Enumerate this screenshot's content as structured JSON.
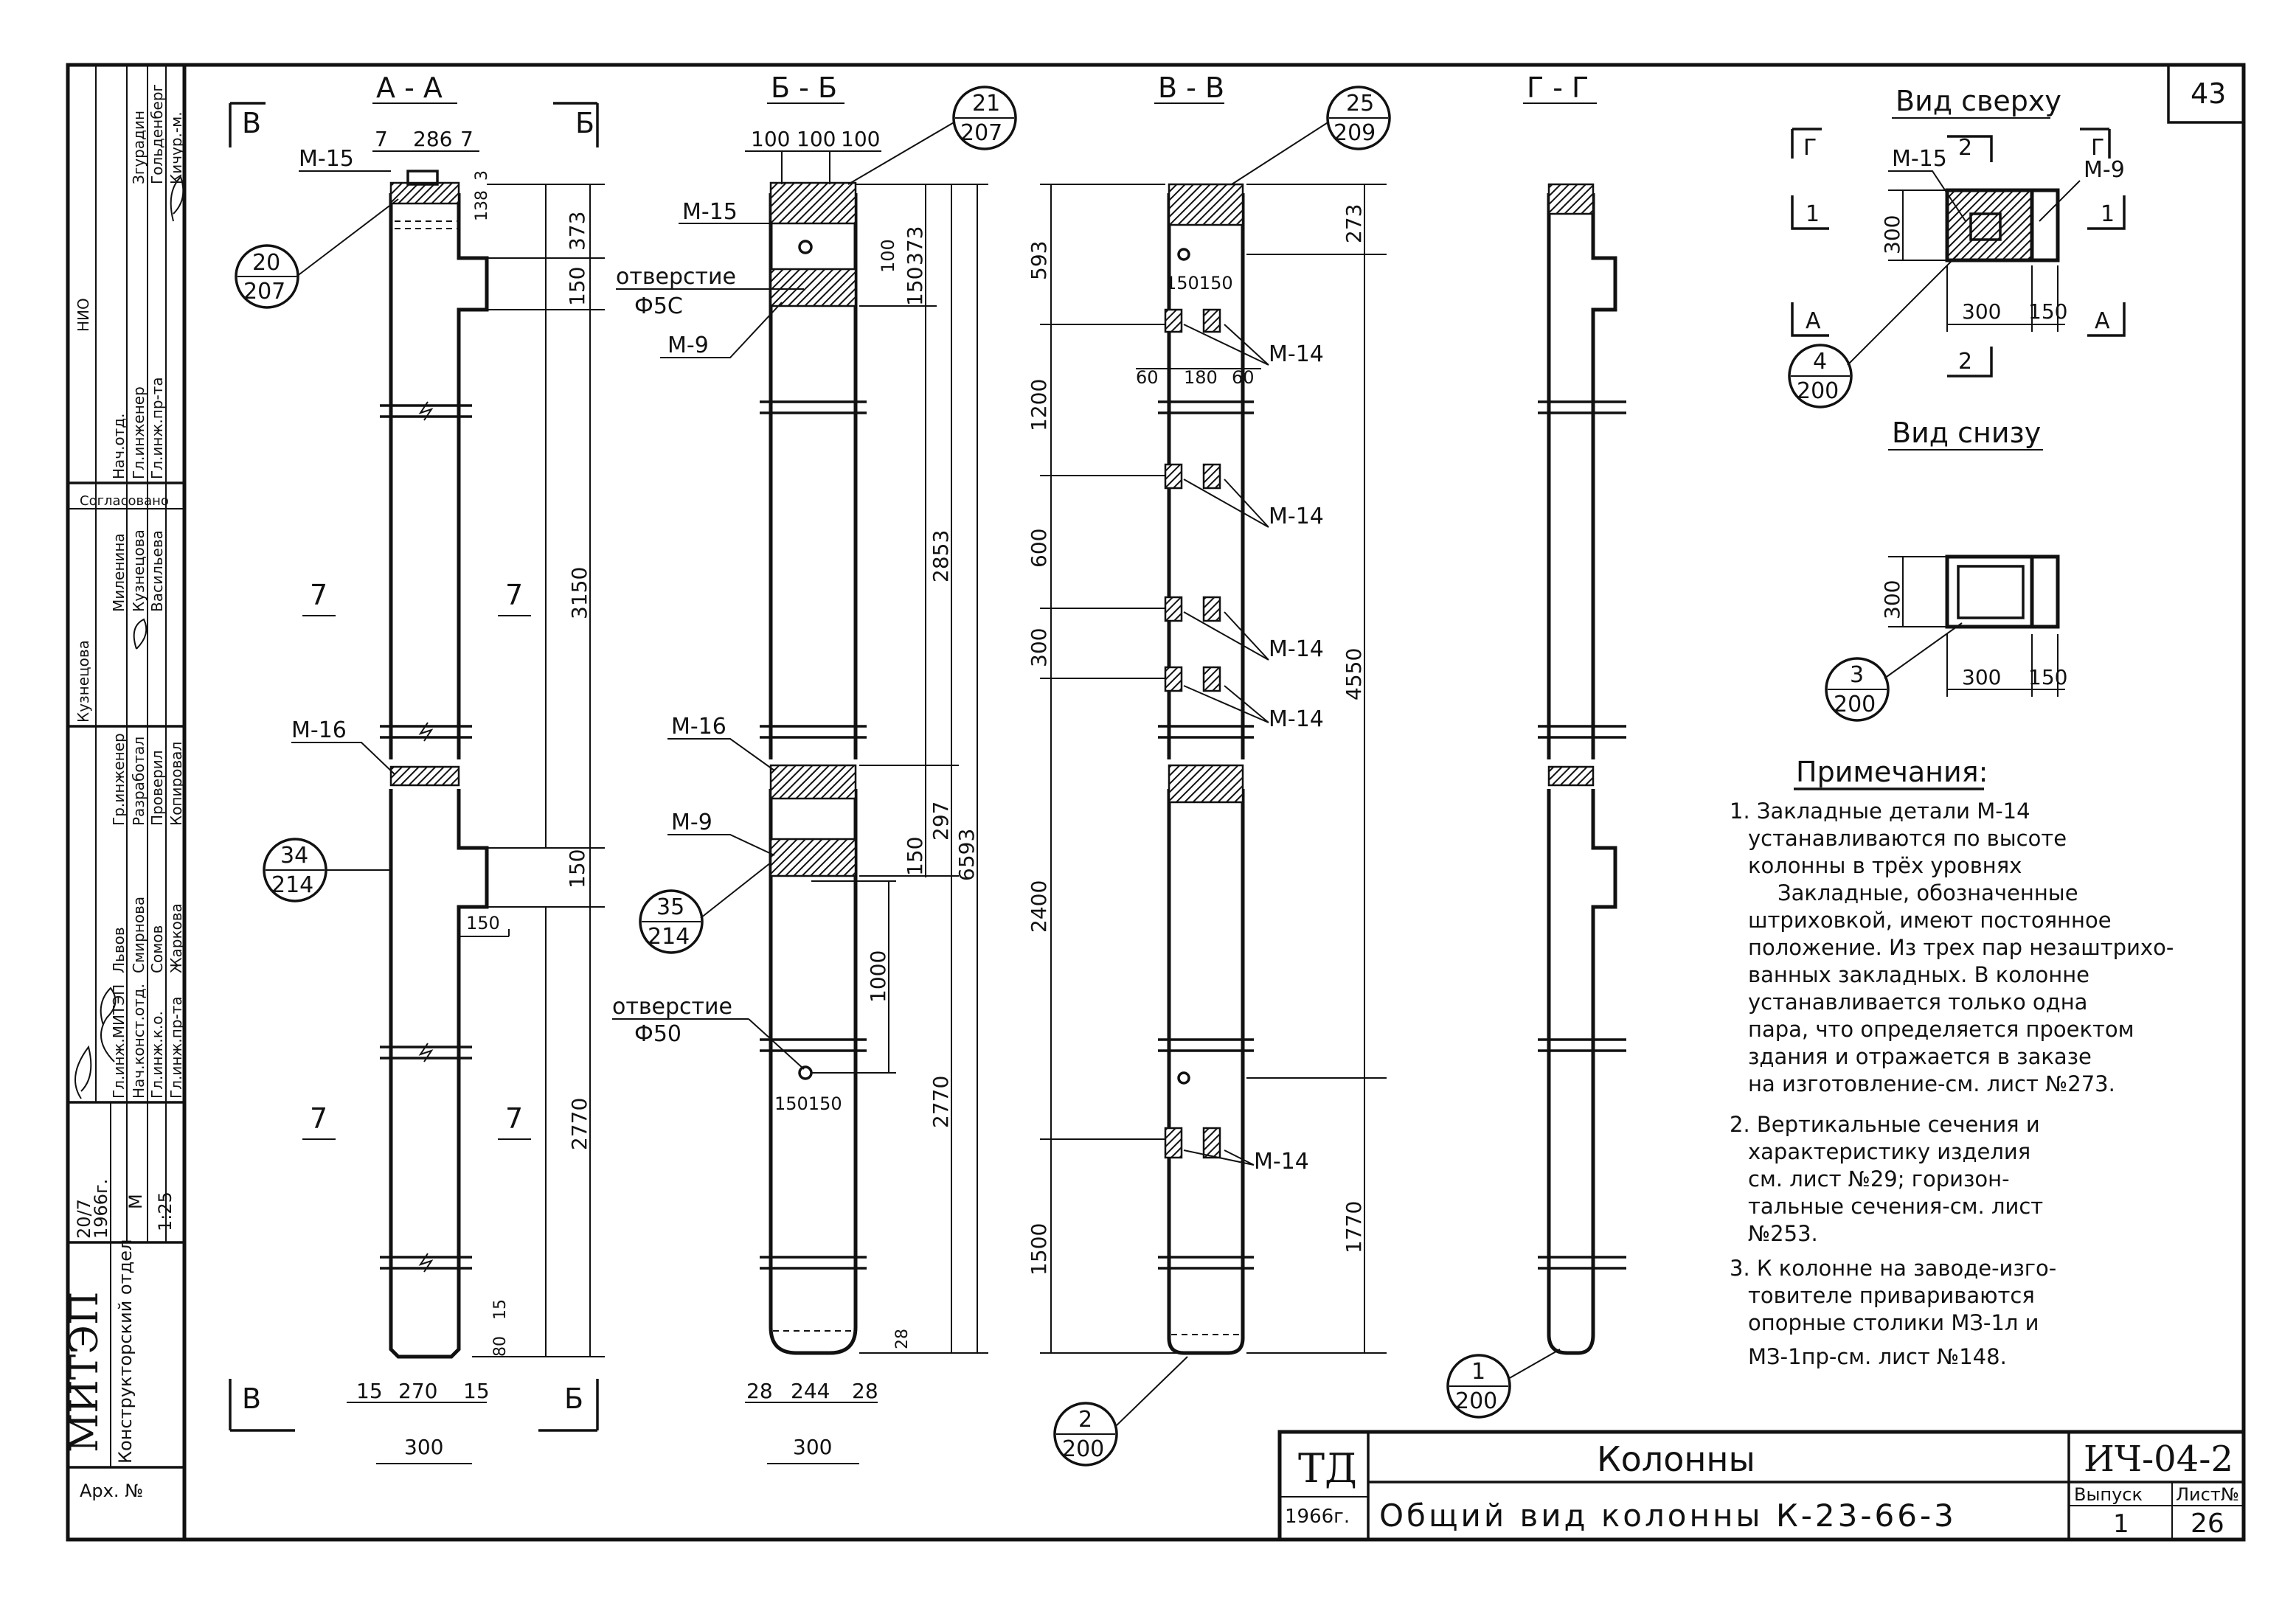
{
  "sheet_number_corner": "43",
  "title_block": {
    "code": "ТД",
    "year": "1966г.",
    "title": "Колонны",
    "subtitle": "Общий вид колонны К-23-66-3",
    "series": "ИЧ-04-2",
    "issue_label": "Выпуск",
    "issue_value": "1",
    "sheet_label": "Лист№",
    "sheet_value": "26"
  },
  "side_block": {
    "org": "МИТЭП",
    "dept": "Конструкторский отдел",
    "archive": "Арх. №",
    "number": "20/7",
    "year": "1966г.",
    "m_label": "М",
    "scale": "1:25",
    "roles": [
      "Гл.инж.МИТЭП",
      "Нач.конст.отд.",
      "Гл.инж.к.о.",
      "Гл.инж.пр-та",
      "Гр.инженер",
      "Разработал",
      "Проверил",
      "Копировал",
      "Нач.отд.",
      "Гл.инженер",
      "Гл.инж.пр-та",
      "НИО"
    ],
    "names": [
      "Львов",
      "Смирнова",
      "Сомов",
      "Жаркова",
      "Кузнецова",
      "Миленина",
      "Кузнецова",
      "Васильева",
      "Згурадин",
      "Гольденберг",
      "Кичур.-м.",
      "Согласовано"
    ]
  },
  "sections": {
    "aa": "А - А",
    "bb": "Б - Б",
    "vv": "В - В",
    "gg": "Г - Г"
  },
  "cut_marks": {
    "v": "В",
    "b": "Б",
    "g": "Г",
    "one": "1",
    "two": "2",
    "a": "А"
  },
  "markers": {
    "m15": "М-15",
    "m16": "М-16",
    "m9": "М-9",
    "m14": "М-14",
    "hole1": "отверстие",
    "hole1_dia": "Ф5С",
    "hole2": "отверстие",
    "hole2_dia": "Ф50",
    "seven": "7"
  },
  "callouts": [
    {
      "top": "20",
      "bottom": "207"
    },
    {
      "top": "34",
      "bottom": "214"
    },
    {
      "top": "21",
      "bottom": "207"
    },
    {
      "top": "35",
      "bottom": "214"
    },
    {
      "top": "25",
      "bottom": "209"
    },
    {
      "top": "2",
      "bottom": "200"
    },
    {
      "top": "1",
      "bottom": "200"
    },
    {
      "top": "4",
      "bottom": "200"
    },
    {
      "top": "3",
      "bottom": "200"
    }
  ],
  "dims": {
    "aa_top": [
      "7",
      "286",
      "7"
    ],
    "aa_138": "138",
    "aa_3": "3",
    "aa_373": "373",
    "aa_150a": "150",
    "aa_3150": "3150",
    "aa_150b": "150",
    "aa_150c": "150",
    "aa_2770": "2770",
    "aa_15": "15",
    "aa_80": "80",
    "aa_bottom": [
      "15",
      "270",
      "15"
    ],
    "aa_300": "300",
    "bb_top": [
      "100",
      "100",
      "100"
    ],
    "bb_100": "100",
    "bb_373": "373",
    "bb_150a": "150",
    "bb_2853": "2853",
    "bb_297": "297",
    "bb_150b": "150",
    "bb_6593": "6593",
    "bb_1000": "1000",
    "bb_2770": "2770",
    "bb_150_150": "150150",
    "bb_28": "28",
    "bb_bottom": [
      "28",
      "244",
      "28"
    ],
    "bb_300": "300",
    "vv_593": "593",
    "vv_273": "273",
    "vv_150_150": "150150",
    "vv_60_180_60": [
      "60",
      "180",
      "60"
    ],
    "vv_1200": "1200",
    "vv_600": "600",
    "vv_300": "300",
    "vv_4550": "4550",
    "vv_2400": "2400",
    "vv_1500": "1500",
    "vv_1770": "1770",
    "top_300": "300",
    "top_300h": "300",
    "top_150": "150",
    "bot_300": "300",
    "bot_300h": "300",
    "bot_150": "150"
  },
  "views": {
    "top": "Вид сверху",
    "bottom": "Вид снизу"
  },
  "notes": {
    "heading": "Примечания:",
    "lines": [
      "1. Закладные детали М-14",
      "устанавливаются по высоте",
      "колонны в трёх уровнях",
      "Закладные, обозначенные",
      "штриховкой, имеют постоянное",
      "положение. Из трех пар незаштрихо-",
      "ванных закладных. В колонне",
      "устанавливается только одна",
      "пара, что определяется проектом",
      "здания и отражается в заказе",
      "на изготовление-см. лист №273.",
      "2. Вертикальные сечения и",
      "характеристику изделия",
      "см. лист №29; горизон-",
      "тальные сечения-см. лист",
      "№253.",
      "3. К колонне на заводе-изго-",
      "товителе привариваются",
      "опорные столики МЗ-1л и",
      "МЗ-1пр-см. лист №148."
    ]
  }
}
